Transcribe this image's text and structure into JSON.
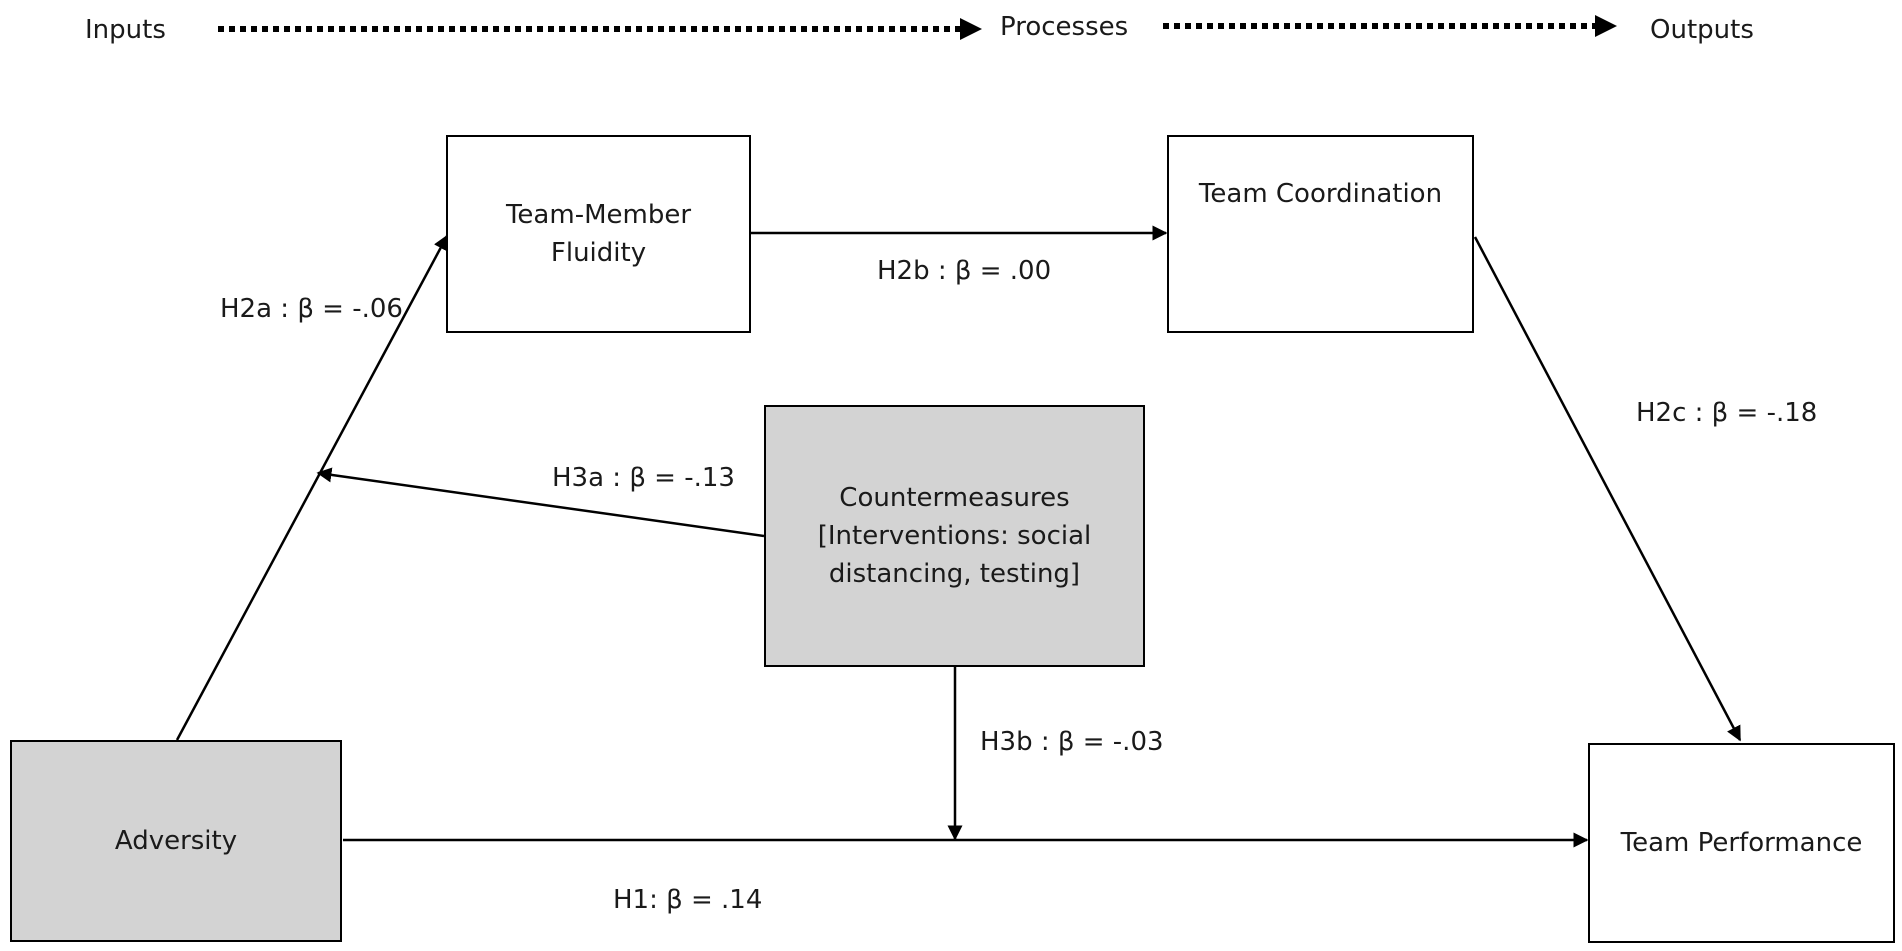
{
  "stages": {
    "inputs": "Inputs",
    "processes": "Processes",
    "outputs": "Outputs"
  },
  "boxes": {
    "fluidity": {
      "lines": [
        "Team-Member",
        "Fluidity"
      ]
    },
    "coordination": {
      "lines": [
        "Team Coordination"
      ]
    },
    "countermeasures": {
      "lines": [
        "Countermeasures",
        "[Interventions: social",
        "distancing, testing]"
      ]
    },
    "adversity": {
      "lines": [
        "Adversity"
      ]
    },
    "performance": {
      "lines": [
        "Team Performance"
      ]
    }
  },
  "paths": {
    "h2a": "H2a : β = -.06",
    "h2b": "H2b : β = .00",
    "h2c": "H2c : β = -.18",
    "h3a": "H3a : β = -.13",
    "h3b": "H3b : β =  -.03",
    "h1": "H1: β = .14"
  },
  "colors": {
    "exogenous_fill": "#d3d3d3",
    "endogenous_fill": "#ffffff",
    "line": "#000000"
  }
}
